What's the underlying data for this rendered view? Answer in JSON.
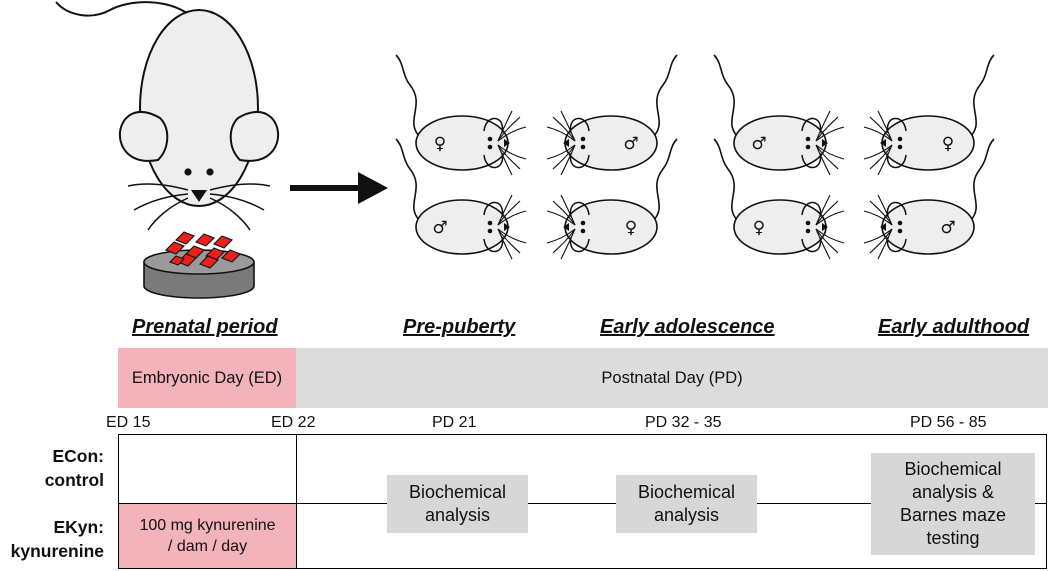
{
  "periods": {
    "prenatal": "Prenatal period",
    "prepuberty": "Pre-puberty",
    "adolescence": "Early adolescence",
    "adulthood": "Early adulthood"
  },
  "bands": {
    "embryonic": "Embryonic Day (ED)",
    "postnatal": "Postnatal Day (PD)"
  },
  "ticks": {
    "ed15": "ED 15",
    "ed22": "ED 22",
    "pd21": "PD 21",
    "pd32_35": "PD 32 - 35",
    "pd56_85": "PD 56 - 85"
  },
  "groups": {
    "econ_line1": "ECon:",
    "econ_line2": "control",
    "ekyn_line1": "EKyn:",
    "ekyn_line2": "kynurenine"
  },
  "treatment": {
    "line1": "100 mg kynurenine",
    "line2": "/ dam / day"
  },
  "boxes": {
    "prepuberty": [
      "Biochemical",
      "analysis"
    ],
    "adolescence": [
      "Biochemical",
      "analysis"
    ],
    "adulthood": [
      "Biochemical",
      "analysis &",
      "Barnes maze",
      "testing"
    ]
  },
  "symbols": {
    "female": "♀",
    "male": "♂"
  },
  "colors": {
    "pink": "#f2b3bb",
    "grey_band": "#dcdcdc",
    "grey_box": "#d7d7d7",
    "mouse_fill": "#eeeeee",
    "pellet_red": "#e8211d",
    "dish": "#8a8a8a"
  }
}
